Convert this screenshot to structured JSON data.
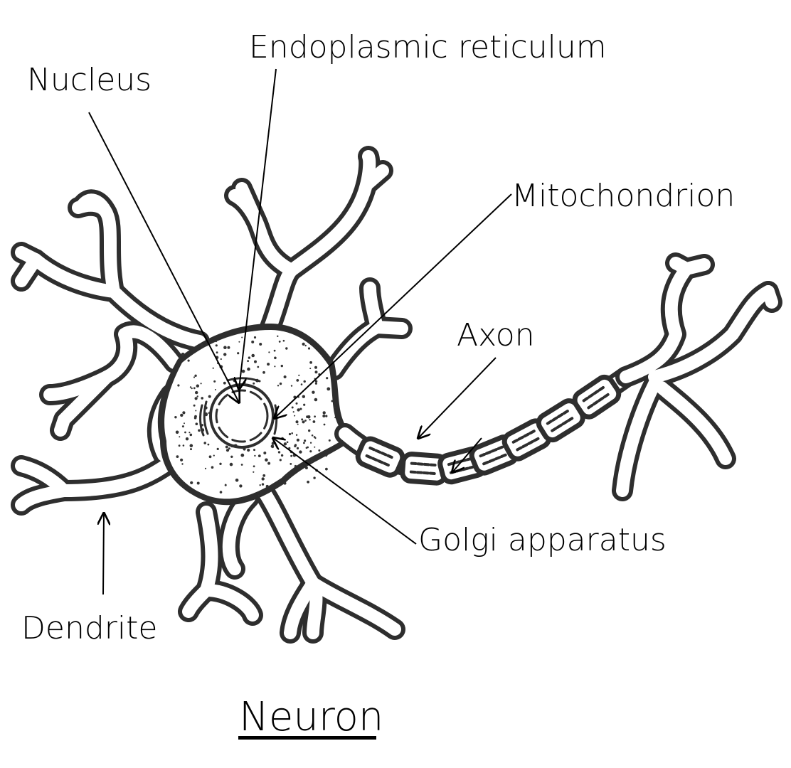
{
  "diagram": {
    "title": "Neuron",
    "labels": {
      "nucleus": "Nucleus",
      "endoplasmic_reticulum": "Endoplasmic reticulum",
      "mitochondrion": "Mitochondrion",
      "axon": "Axon",
      "golgi_apparatus": "Golgi apparatus",
      "dendrite": "Dendrite"
    },
    "colors": {
      "line": "#000000",
      "ink": "#2e2e2e",
      "background": "#ffffff"
    },
    "myelin_segment_count": 7
  }
}
